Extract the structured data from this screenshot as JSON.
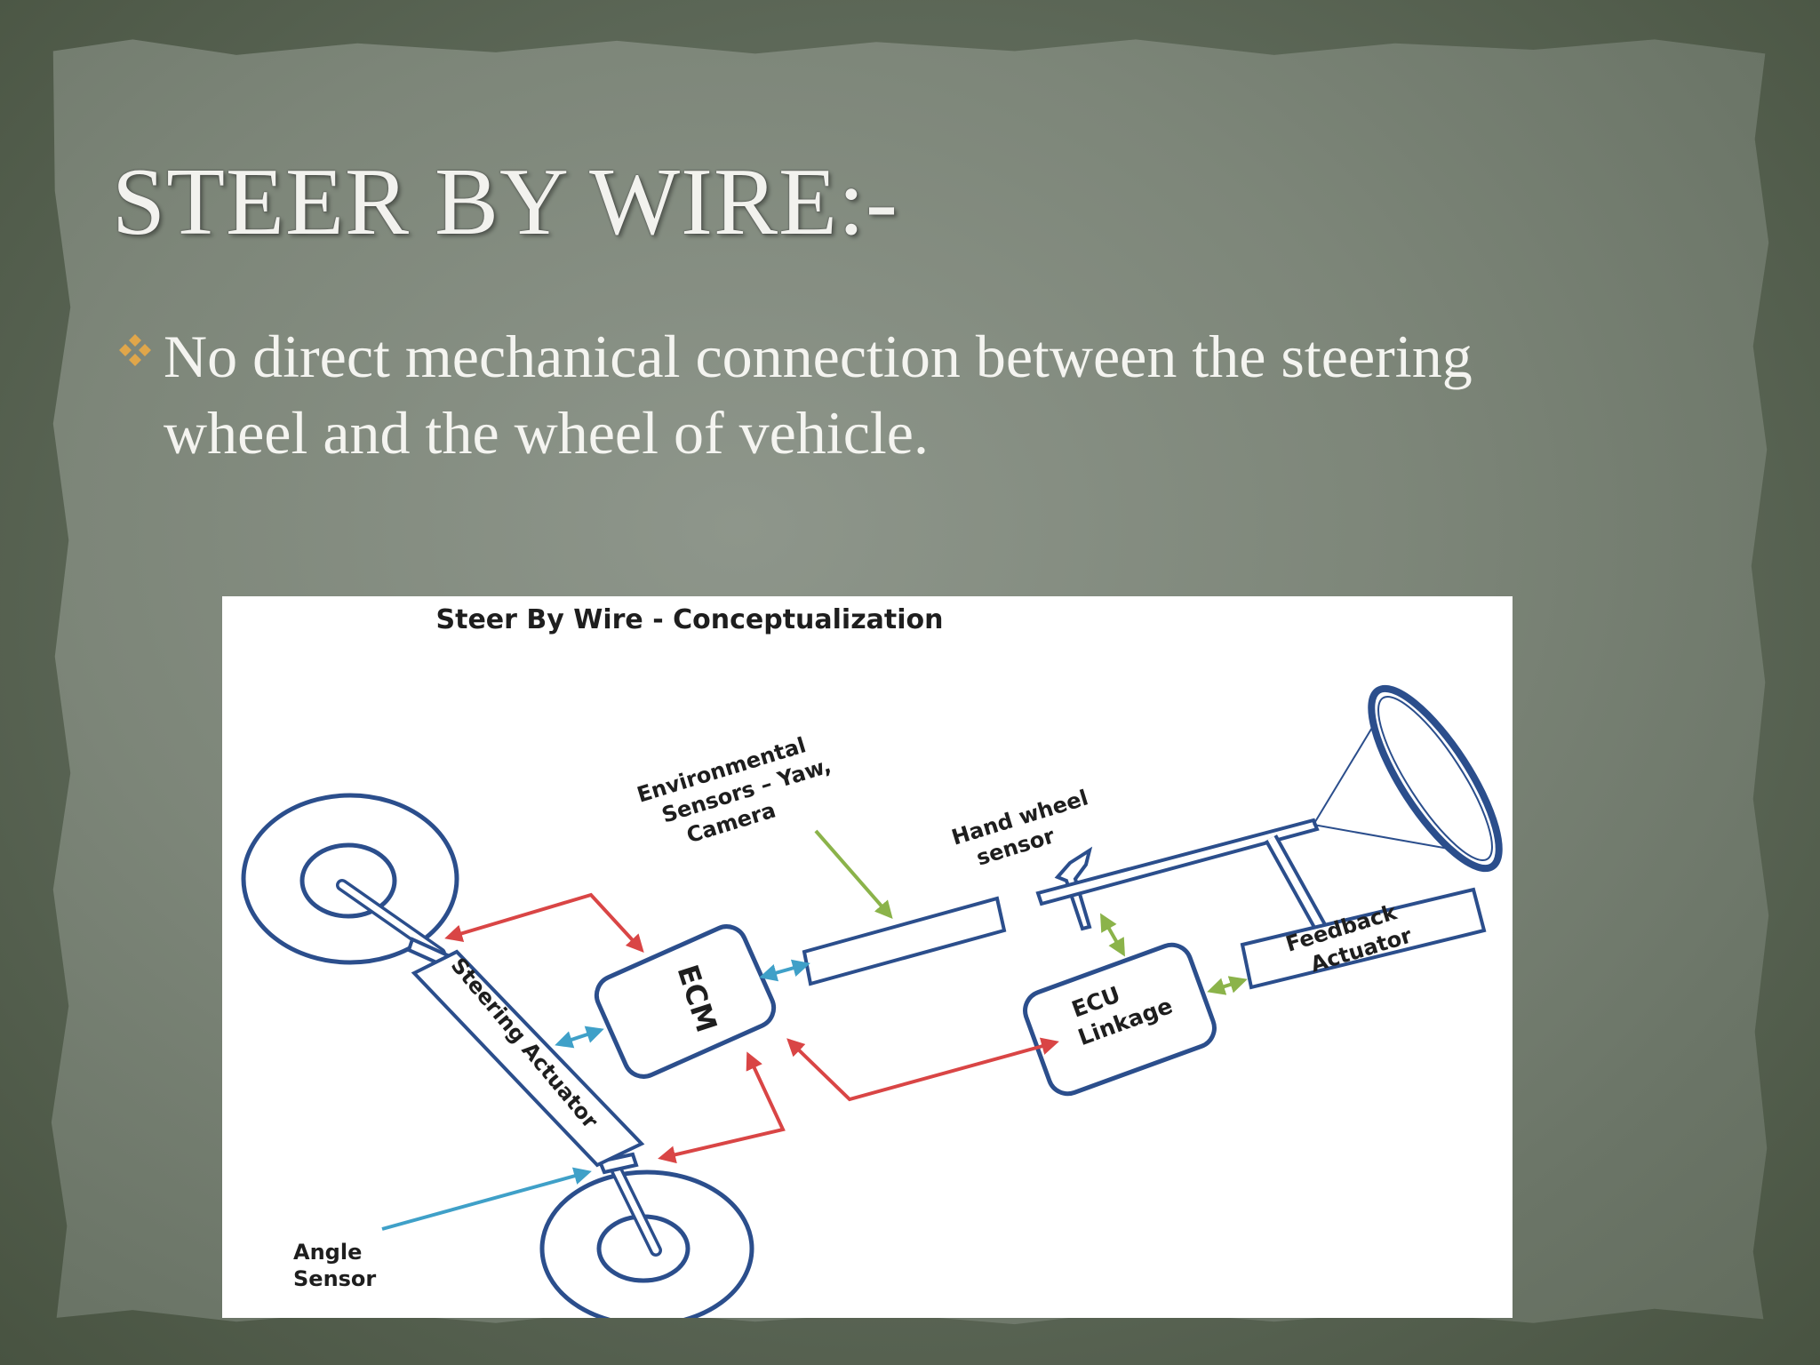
{
  "slide": {
    "title": "STEER BY WIRE:-",
    "bullet": "No direct mechanical connection  between  the steering wheel and the wheel of vehicle.",
    "bullet_icon": "diamond-bullet-icon"
  },
  "diagram": {
    "title": "Steer By Wire - Conceptualization",
    "labels": {
      "env_line1": "Environmental",
      "env_line2": "Sensors – Yaw,",
      "env_line3": "Camera",
      "hand_line1": "Hand wheel",
      "hand_line2": "sensor",
      "ecm": "ECM",
      "ecu_line1": "ECU",
      "ecu_line2": "Linkage",
      "feedback_line1": "Feedback",
      "feedback_line2": "Actuator",
      "steering_actuator": "Steering Actuator",
      "angle_line1": "Angle",
      "angle_line2": "Sensor"
    },
    "colors": {
      "outline": "#2b4e8c",
      "red_arrow": "#d94545",
      "blue_arrow": "#3fa0c8",
      "green_arrow": "#8bb34a"
    }
  }
}
